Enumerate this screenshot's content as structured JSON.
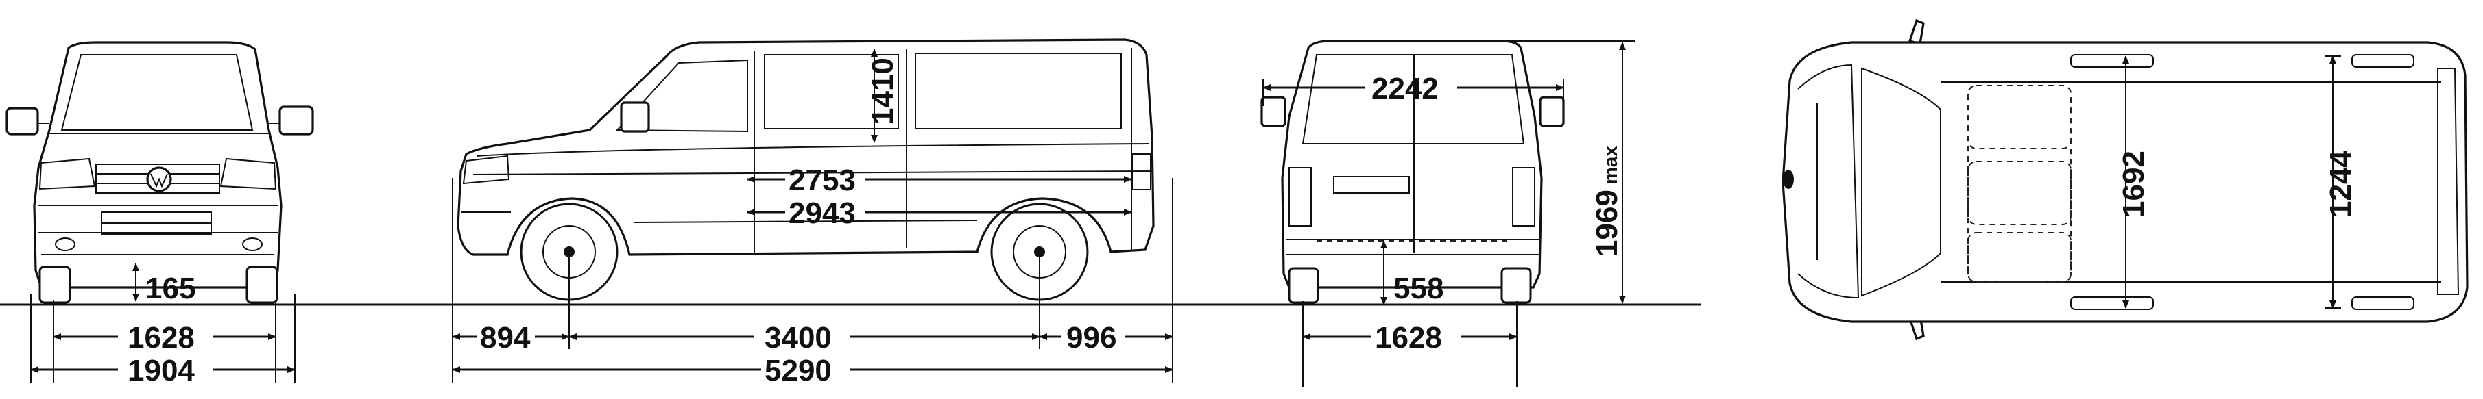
{
  "dimensions": {
    "front": {
      "ground_clearance": "165",
      "track": "1628",
      "width": "1904"
    },
    "side": {
      "interior_height": "1410",
      "load_length_upper": "2753",
      "load_length_lower": "2943",
      "front_overhang": "894",
      "wheelbase": "3400",
      "rear_overhang": "996",
      "total_length": "5290"
    },
    "rear": {
      "door_width": "2242",
      "loading_sill_height": "558",
      "track": "1628",
      "total_height": "1969",
      "total_height_unit": "max"
    },
    "top": {
      "interior_width_max": "1692",
      "interior_width_wheelarch": "1244"
    }
  },
  "colors": {
    "line": "#111111",
    "background": "#ffffff"
  }
}
